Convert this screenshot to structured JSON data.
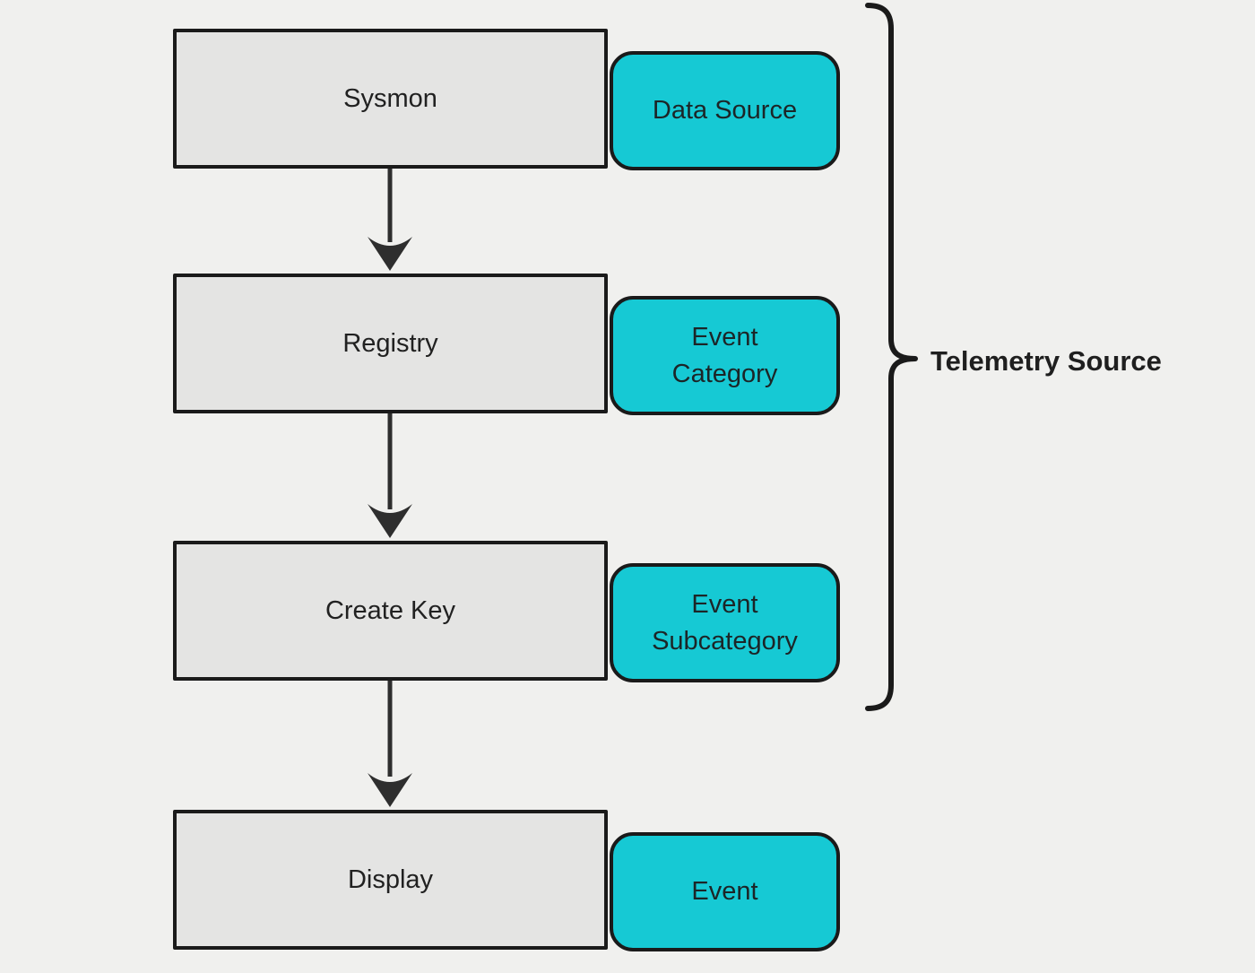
{
  "canvas": {
    "background": "#f0f0ee"
  },
  "colors": {
    "node_fill": "#e4e4e3",
    "node_border": "#1a1a1a",
    "tag_fill": "#16c9d4",
    "tag_border": "#1a1a1a",
    "arrow": "#2e2e2e",
    "brace": "#1a1a1a",
    "text": "#212121"
  },
  "flow": {
    "type": "vertical-flowchart",
    "nodes": [
      {
        "label": "Sysmon",
        "tag": "Data Source"
      },
      {
        "label": "Registry",
        "tag": "Event Category"
      },
      {
        "label": "Create Key",
        "tag": "Event Subcategory"
      },
      {
        "label": "Display",
        "tag": "Event"
      }
    ],
    "edges": [
      {
        "from": "Sysmon",
        "to": "Registry"
      },
      {
        "from": "Registry",
        "to": "Create Key"
      },
      {
        "from": "Create Key",
        "to": "Display"
      }
    ],
    "group": {
      "label": "Telemetry Source",
      "covers": [
        "Sysmon",
        "Registry",
        "Create Key"
      ]
    }
  }
}
